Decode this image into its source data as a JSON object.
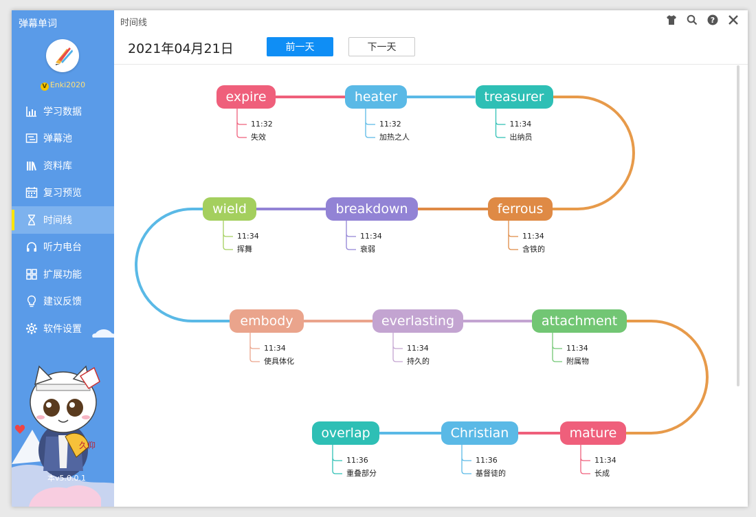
{
  "app": {
    "name": "弹幕单词",
    "username": "Enki2020",
    "user_badge": "V",
    "version_text": "本v5.0.0.1"
  },
  "sidebar": {
    "items": [
      {
        "label": "学习数据",
        "icon": "bar-chart-icon",
        "active": false
      },
      {
        "label": "弹幕池",
        "icon": "barrage-icon",
        "active": false
      },
      {
        "label": "资料库",
        "icon": "library-icon",
        "active": false
      },
      {
        "label": "复习预览",
        "icon": "calendar-icon",
        "active": false
      },
      {
        "label": "时间线",
        "icon": "hourglass-icon",
        "active": true
      },
      {
        "label": "听力电台",
        "icon": "headphones-icon",
        "active": false
      },
      {
        "label": "扩展功能",
        "icon": "grid-icon",
        "active": false
      },
      {
        "label": "建议反馈",
        "icon": "lightbulb-icon",
        "active": false
      },
      {
        "label": "软件设置",
        "icon": "gear-icon",
        "active": false
      }
    ]
  },
  "header": {
    "title": "时间线",
    "date": "2021年04月21日",
    "prev_label": "前一天",
    "next_label": "下一天",
    "controls": [
      "shirt-icon",
      "search-icon",
      "help-icon",
      "close-icon"
    ]
  },
  "timeline": {
    "words": [
      {
        "word": "expire",
        "time": "11:32",
        "meaning": "失效",
        "color": "#ef5f7b"
      },
      {
        "word": "heater",
        "time": "11:32",
        "meaning": "加热之人",
        "color": "#5ab9e6"
      },
      {
        "word": "treasurer",
        "time": "11:34",
        "meaning": "出纳员",
        "color": "#2ebfb5"
      },
      {
        "word": "ferrous",
        "time": "11:34",
        "meaning": "含铁的",
        "color": "#df8a45"
      },
      {
        "word": "breakdown",
        "time": "11:34",
        "meaning": "衰弱",
        "color": "#9283d5"
      },
      {
        "word": "wield",
        "time": "11:34",
        "meaning": "挥舞",
        "color": "#a4cf5e"
      },
      {
        "word": "embody",
        "time": "11:34",
        "meaning": "使具体化",
        "color": "#eaa48c"
      },
      {
        "word": "everlasting",
        "time": "11:34",
        "meaning": "持久的",
        "color": "#c3a4d1"
      },
      {
        "word": "attachment",
        "time": "11:34",
        "meaning": "附属物",
        "color": "#72c674"
      },
      {
        "word": "mature",
        "time": "11:34",
        "meaning": "长成",
        "color": "#ef5f7b"
      },
      {
        "word": "Christian",
        "time": "11:36",
        "meaning": "基督徒的",
        "color": "#5ab9e6"
      },
      {
        "word": "overlap",
        "time": "11:36",
        "meaning": "重叠部分",
        "color": "#2ebfb5"
      }
    ],
    "curve_colors": [
      "#e79a4a",
      "#5ab9e6",
      "#e79a4a"
    ]
  }
}
